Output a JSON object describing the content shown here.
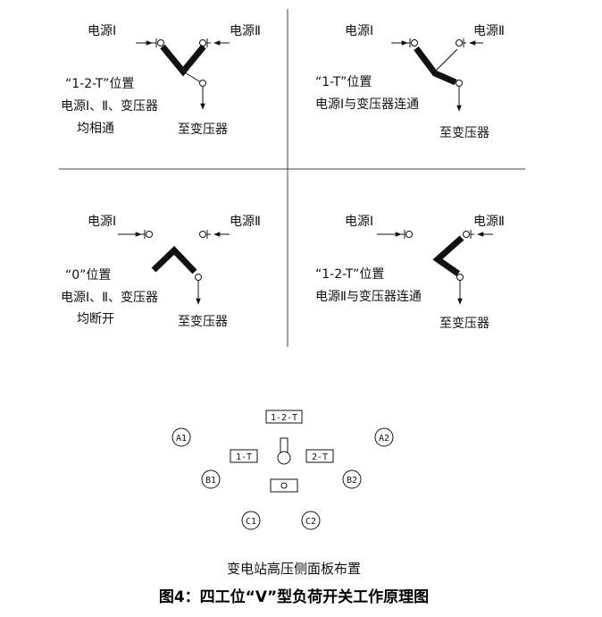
{
  "panels": {
    "tl": {
      "src1": "电源Ⅰ",
      "src2": "电源Ⅱ",
      "pos": "“1-2-T”位置",
      "desc1": "电源Ⅰ、Ⅱ、变压器",
      "desc2": "均相通",
      "to": "至变压器"
    },
    "tr": {
      "src1": "电源Ⅰ",
      "src2": "电源Ⅱ",
      "pos": "“1-T”位置",
      "desc1": "电源Ⅰ与变压器连通",
      "to": "至变压器"
    },
    "bl": {
      "src1": "电源Ⅰ",
      "src2": "电源Ⅱ",
      "pos": "“0”位置",
      "desc1": "电源Ⅰ、Ⅱ、变压器",
      "desc2": "均断开",
      "to": "至变压器"
    },
    "br": {
      "src1": "电源Ⅰ",
      "src2": "电源Ⅱ",
      "pos": "“1-2-T”位置",
      "desc1": "电源Ⅱ与变压器连通",
      "to": "至变压器"
    }
  },
  "panel_layout": {
    "top": "1-2-T",
    "left": "1-T",
    "right": "2-T",
    "lamps": [
      "A1",
      "A2",
      "B1",
      "B2",
      "C1",
      "C2"
    ]
  },
  "caption": "变电站高压侧面板布置",
  "figure_title": "图4：四工位“V”型负荷开关工作原理图"
}
